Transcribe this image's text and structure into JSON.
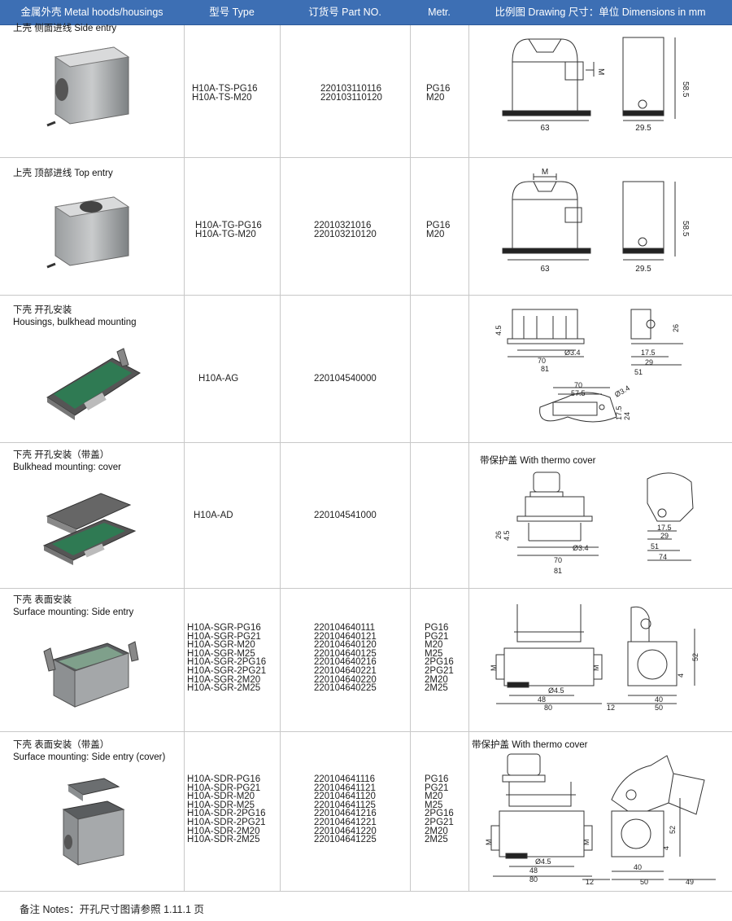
{
  "header": {
    "col_name": "金属外壳 Metal hoods/housings",
    "col_type": "型号 Type",
    "col_part": "订货号 Part NO.",
    "col_metr": "Metr.",
    "col_drawing": "比例图 Drawing   尺寸：单位 Dimensions in mm"
  },
  "rows": [
    {
      "label": [
        "上壳  侧面进线 Side entry"
      ],
      "types": [
        "H10A-TS-PG16",
        "H10A-TS-M20"
      ],
      "parts": [
        "220103110116",
        "220103110120"
      ],
      "metr": [
        "PG16",
        "M20"
      ],
      "caption": "",
      "dims": {
        "a": "63",
        "b": "29.5",
        "c": "58.5",
        "m": "M"
      }
    },
    {
      "label": [
        "上壳  顶部进线 Top entry"
      ],
      "types": [
        "H10A-TG-PG16",
        "H10A-TG-M20"
      ],
      "parts": [
        "22010321016",
        "220103210120"
      ],
      "metr": [
        "PG16",
        "M20"
      ],
      "caption": "",
      "dims": {
        "a": "63",
        "b": "29.5",
        "c": "58.5",
        "m": "M"
      }
    },
    {
      "label": [
        "下壳  开孔安装",
        "Housings, bulkhead mounting"
      ],
      "types": [
        "H10A-AG"
      ],
      "parts": [
        "220104540000"
      ],
      "metr": [],
      "caption": "",
      "dims": {
        "a": "4.5",
        "b": "70",
        "c": "Ø3.4",
        "d": "81",
        "e": "26",
        "f": "17.5",
        "g": "29",
        "h": "51",
        "i": "70",
        "j": "57.5",
        "k": "Ø3.4",
        "l": "17.5",
        "n": "24"
      }
    },
    {
      "label": [
        "下壳  开孔安装（带盖）",
        "Bulkhead mounting: cover"
      ],
      "types": [
        "H10A-AD"
      ],
      "parts": [
        "220104541000"
      ],
      "metr": [],
      "caption": "带保护盖 With thermo cover",
      "dims": {
        "a": "26",
        "b": "4.5",
        "c": "Ø3.4",
        "d": "70",
        "e": "81",
        "f": "17.5",
        "g": "29",
        "h": "51",
        "i": "74"
      }
    },
    {
      "label": [
        "下壳  表面安装",
        "Surface mounting: Side entry"
      ],
      "types": [
        "H10A-SGR-PG16",
        "H10A-SGR-PG21",
        "H10A-SGR-M20",
        "H10A-SGR-M25",
        "H10A-SGR-2PG16",
        "H10A-SGR-2PG21",
        "H10A-SGR-2M20",
        "H10A-SGR-2M25"
      ],
      "parts": [
        "220104640111",
        "220104640121",
        "220104640120",
        "220104640125",
        "220104640216",
        "220104640221",
        "220104640220",
        "220104640225"
      ],
      "metr": [
        "PG16",
        "PG21",
        "M20",
        "M25",
        "2PG16",
        "2PG21",
        "2M20",
        "2M25"
      ],
      "caption": "",
      "dims": {
        "m1": "M",
        "m2": "M",
        "a": "Ø4.5",
        "b": "48",
        "c": "80",
        "d": "12",
        "e": "40",
        "f": "50",
        "g": "52",
        "h": "4"
      }
    },
    {
      "label": [
        "下壳  表面安装（带盖）",
        "Surface mounting: Side entry (cover)"
      ],
      "types": [
        "H10A-SDR-PG16",
        "H10A-SDR-PG21",
        "H10A-SDR-M20",
        "H10A-SDR-M25",
        "H10A-SDR-2PG16",
        "H10A-SDR-2PG21",
        "H10A-SDR-2M20",
        "H10A-SDR-2M25"
      ],
      "parts": [
        "220104641116",
        "220104641121",
        "220104641120",
        "220104641125",
        "220104641216",
        "220104641221",
        "220104641220",
        "220104641225"
      ],
      "metr": [
        "PG16",
        "PG21",
        "M20",
        "M25",
        "2PG16",
        "2PG21",
        "2M20",
        "2M25"
      ],
      "caption": "带保护盖 With thermo cover",
      "dims": {
        "m1": "M",
        "m2": "M",
        "a": "Ø4.5",
        "b": "48",
        "c": "80",
        "d": "12",
        "e": "40",
        "f": "50",
        "g": "49",
        "h": "52",
        "i": "4"
      }
    }
  ],
  "notes": "备注 Notes：开孔尺寸图请参照 1.11.1 页"
}
